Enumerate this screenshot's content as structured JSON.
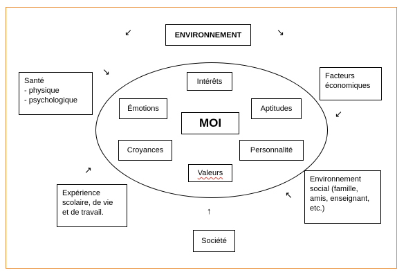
{
  "diagram": {
    "title": "ENVIRONNEMENT",
    "center": "MOI",
    "inner": {
      "interets": "Intérêts",
      "emotions": "Émotions",
      "aptitudes": "Aptitudes",
      "croyances": "Croyances",
      "personnalite": "Personnalité",
      "valeurs": "Valeurs"
    },
    "outer": {
      "sante": [
        "Santé",
        "- physique",
        "- psychologique"
      ],
      "facteurs": [
        "Facteurs",
        "économiques"
      ],
      "experience": [
        "Expérience",
        "scolaire, de vie",
        "et de travail."
      ],
      "social": [
        "Environnement",
        "social (famille,",
        "amis, enseignant,",
        "etc.)"
      ],
      "societe": "Société"
    },
    "arrows": {
      "down_left": "↙",
      "down_right": "↘",
      "up_right": "↗",
      "up_left": "↖",
      "up": "↑"
    },
    "colors": {
      "frame": "#e8913a",
      "spellcheck": "#d0453a"
    }
  }
}
